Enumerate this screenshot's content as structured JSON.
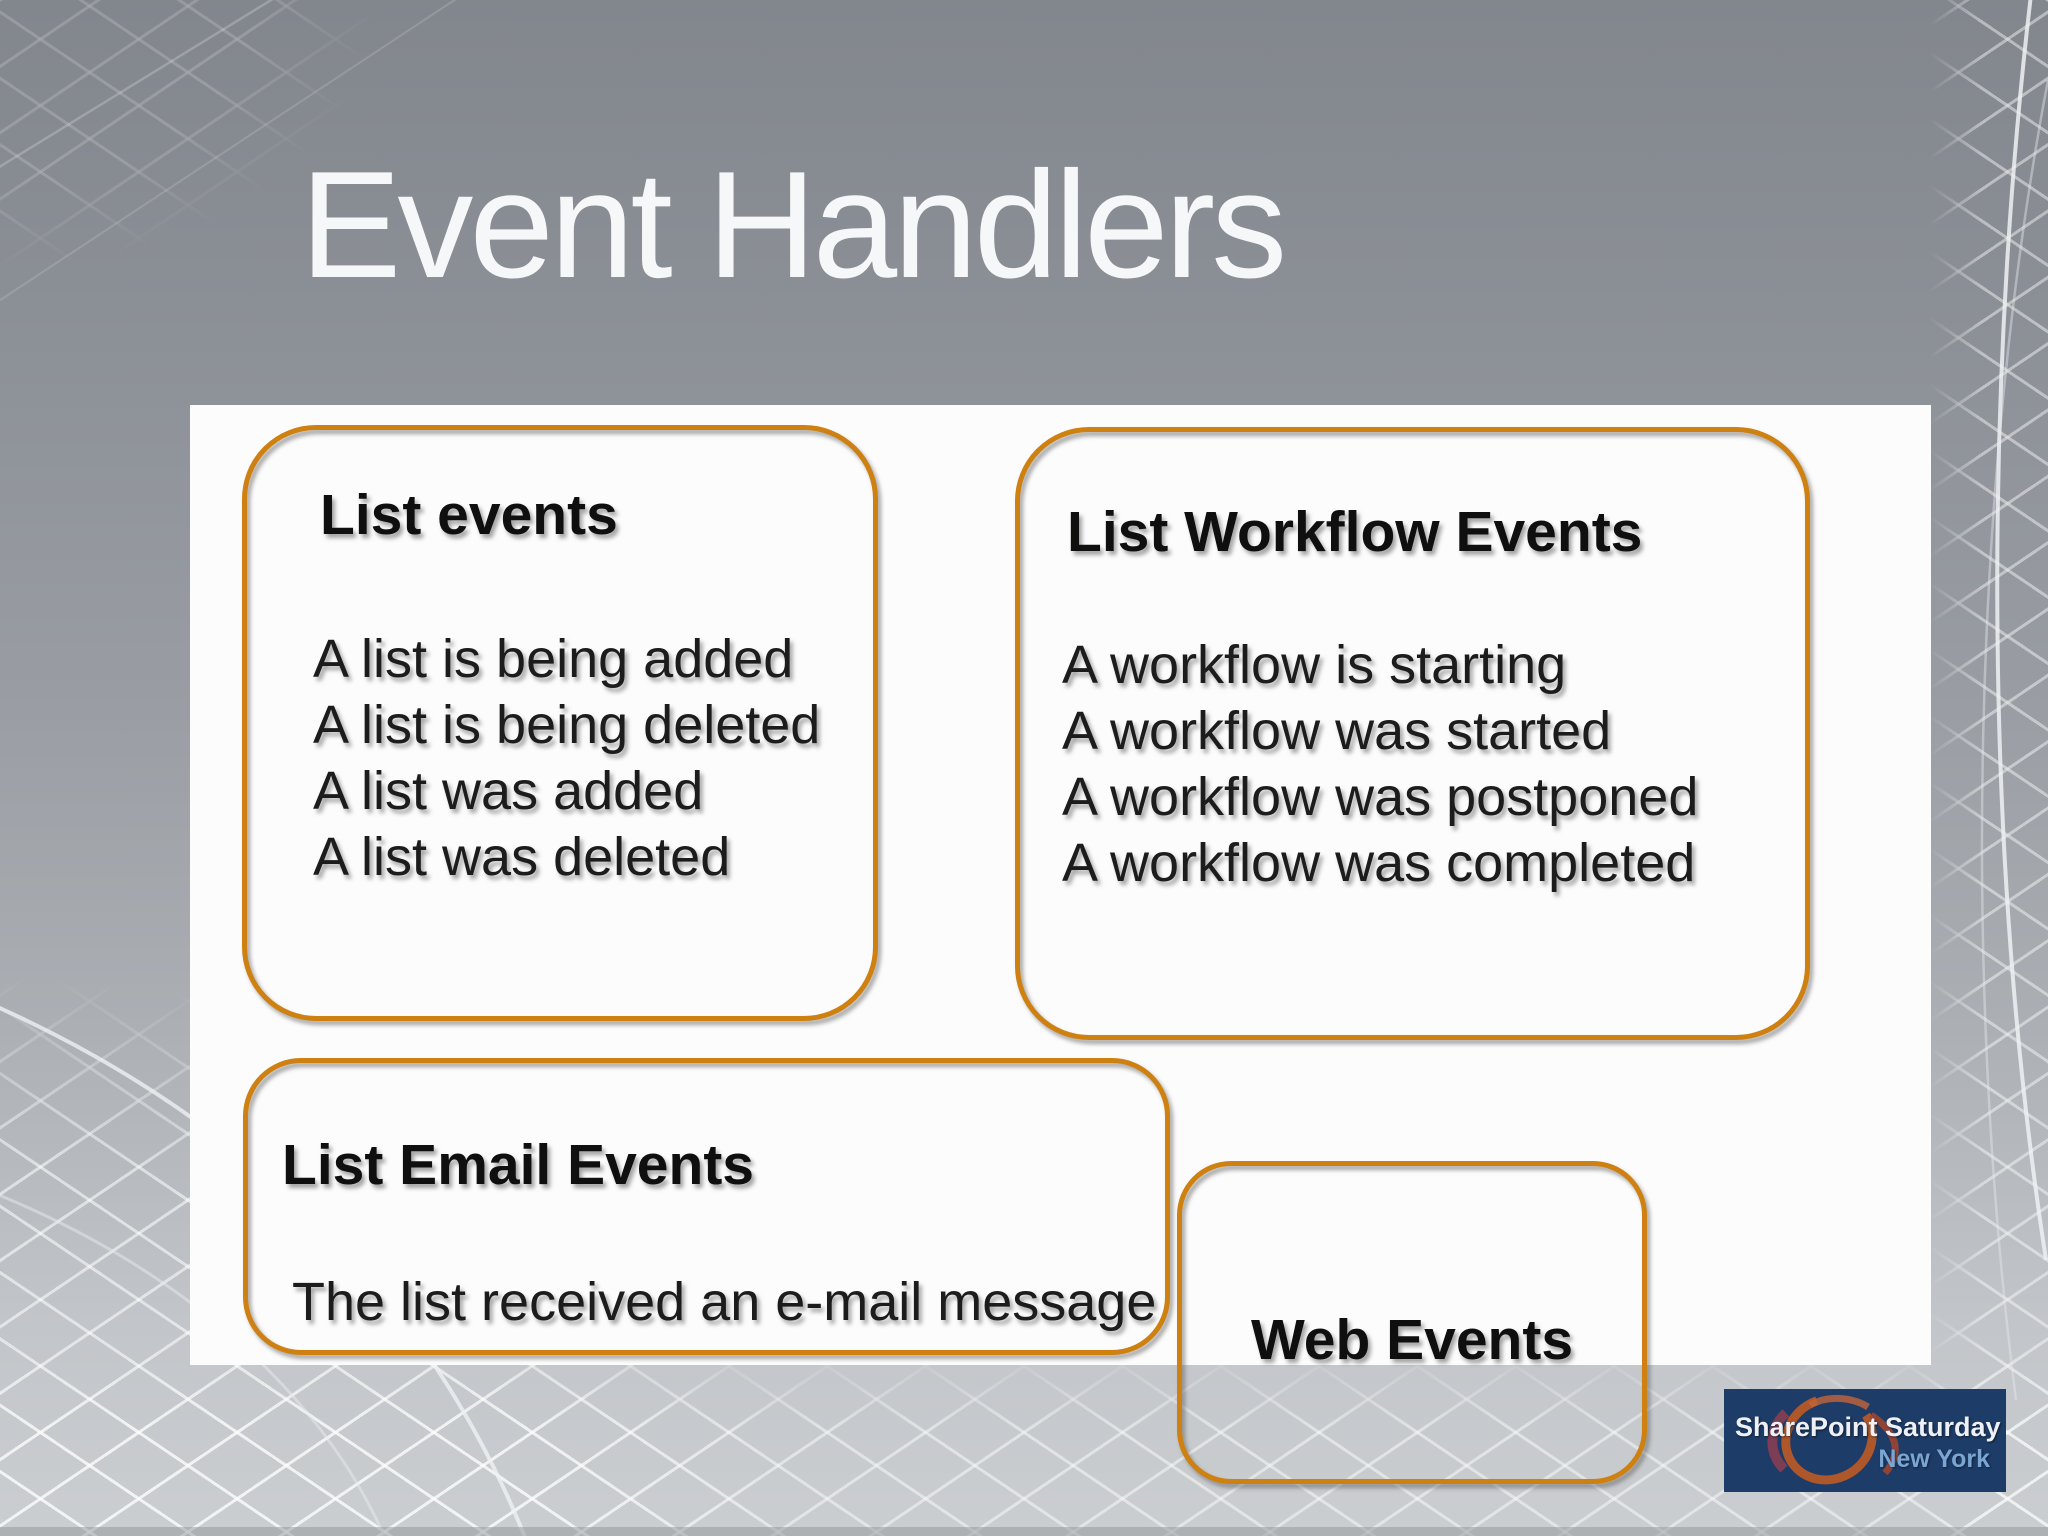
{
  "slide": {
    "title": "Event Handlers"
  },
  "panels": {
    "list_events": {
      "title": "List events",
      "items": [
        "A list is being added",
        "A list is being deleted",
        "A list was added",
        "A list was deleted"
      ]
    },
    "workflow_events": {
      "title": "List Workflow Events",
      "items": [
        "A workflow is starting",
        "A workflow was started",
        "A workflow was postponed",
        "A workflow was completed"
      ]
    },
    "email_events": {
      "title": "List Email Events",
      "items": [
        "The list received an e-mail message"
      ]
    },
    "web_events": {
      "title": "Web Events"
    }
  },
  "logo": {
    "title": "SharePoint Saturday",
    "subtitle": "New York"
  },
  "colors": {
    "box_border": "#ce8010",
    "slide_bg_top": "#82868d",
    "slide_bg_bottom": "#cbced1",
    "panel_bg": "#fcfcfd",
    "title_text": "#f5f7f8",
    "body_text": "#1c1c1c",
    "logo_bg": "#1e3c68",
    "logo_title_text": "#edf1f6",
    "logo_subtitle_text": "#79a6d2",
    "logo_swirl_orange": "#be5a24",
    "logo_swirl_red": "#8c3e52"
  }
}
